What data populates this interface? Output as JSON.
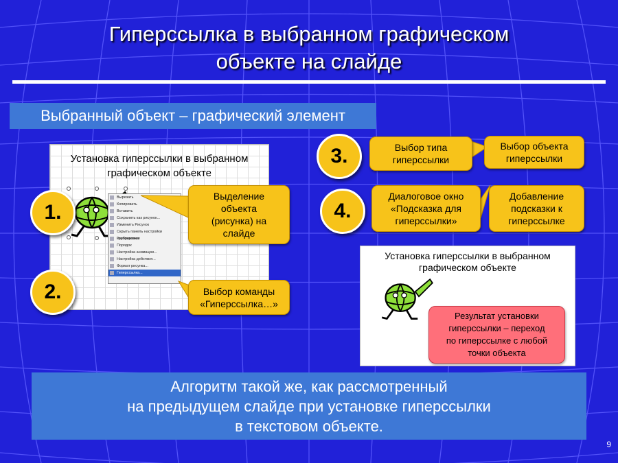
{
  "slide": {
    "title_line1": "Гиперссылка в выбранном графическом",
    "title_line2": "объекте на слайде",
    "subtitle": "Выбранный объект – графический элемент",
    "page_number": "9",
    "colors": {
      "background": "#2121d8",
      "callout": "#f7c31a",
      "box": "#3e78d6",
      "result": "#ff6f7a"
    }
  },
  "left_panel": {
    "title_line1": "Установка гиперссылки в выбранном",
    "title_line2": "графическом объекте",
    "context_menu": [
      "Вырезать",
      "Копировать",
      "Вставить",
      "Сохранить как рисунок...",
      "Изменить Рисунок",
      "Скрыть панель настройки изображения",
      "Группировка",
      "Порядок",
      "Настройка анимации...",
      "Настройка действия...",
      "Формат рисунка...",
      "Гиперссылка..."
    ]
  },
  "steps": {
    "step1": {
      "number": "1.",
      "line1": "Выделение",
      "line2": "объекта",
      "line3": "(рисунка) на",
      "line4": "слайде"
    },
    "step2": {
      "number": "2.",
      "line1": "Выбор команды",
      "line2": "«Гиперссылка…»"
    },
    "step3": {
      "number": "3.",
      "a_line1": "Выбор типа",
      "a_line2": "гиперссылки",
      "b_line1": "Выбор объекта",
      "b_line2": "гиперссылки"
    },
    "step4": {
      "number": "4.",
      "a_line1": "Диалоговое окно",
      "a_line2": "«Подсказка для",
      "a_line3": "гиперссылки»",
      "b_line1": "Добавление",
      "b_line2": "подсказки к",
      "b_line3": "гиперссылке"
    }
  },
  "right_panel": {
    "title_line1": "Установка гиперссылки в выбранном",
    "title_line2": "графическом объекте",
    "result_line1": "Результат установки",
    "result_line2": "гиперссылки – переход",
    "result_line3": "по гиперссылке с любой",
    "result_line4": "точки объекта"
  },
  "bottom": {
    "line1": "Алгоритм такой же, как рассмотренный",
    "line2": "на предыдущем слайде при установке гиперссылки",
    "line3": "в текстовом объекте."
  }
}
